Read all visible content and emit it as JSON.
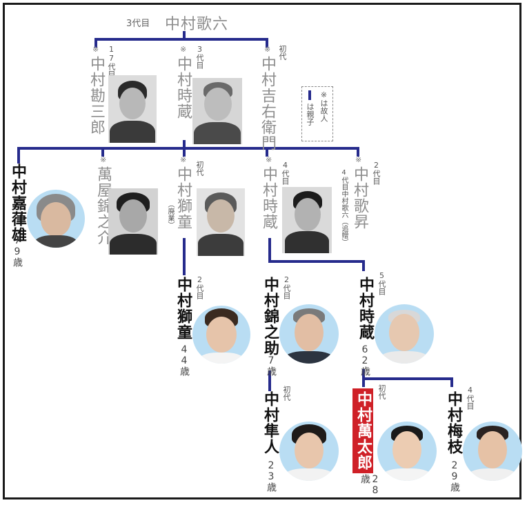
{
  "root": {
    "generation": "3代目",
    "name": "中村歌六"
  },
  "legend": {
    "deceased": "※は故人",
    "parent_child": "は親子"
  },
  "people": {
    "kanzaburo": {
      "mark": "※",
      "gen": "17代目",
      "name": "中村勘三郎"
    },
    "tokizo3": {
      "mark": "※",
      "gen": "3代目",
      "name": "中村時蔵"
    },
    "kichiemon": {
      "mark": "※",
      "gen": "初代",
      "name": "中村吉右衛門"
    },
    "kazuo": {
      "name": "中村嘉葎雄",
      "age": "79歳"
    },
    "kinnosuke": {
      "mark": "※",
      "name": "萬屋錦之介"
    },
    "shido1": {
      "mark": "※",
      "gen": "初代",
      "name": "中村獅童",
      "note": "（廃業）"
    },
    "tokizo4": {
      "mark": "※",
      "gen": "4代目",
      "name": "中村時蔵"
    },
    "kasho": {
      "mark": "※",
      "gen": "2代目",
      "name": "中村歌昇",
      "note": "4代目中村歌六（追贈）"
    },
    "shido2": {
      "gen": "2代目",
      "name": "中村獅童",
      "age": "44歳"
    },
    "kinnosuke2": {
      "gen": "2代目",
      "name": "中村錦之助",
      "age": "57歳"
    },
    "tokizo5": {
      "gen": "5代目",
      "name": "中村時蔵",
      "age": "62歳"
    },
    "hayato": {
      "gen": "初代",
      "name": "中村隼人",
      "age": "23歳"
    },
    "mantaro": {
      "gen": "初代",
      "name": "中村萬太郎",
      "age": "28歳"
    },
    "baishi": {
      "gen": "4代目",
      "name": "中村梅枝",
      "age": "29歳"
    }
  },
  "colors": {
    "line": "#262b8c",
    "highlight": "#cf2027",
    "circle": "#b9ddf3"
  }
}
